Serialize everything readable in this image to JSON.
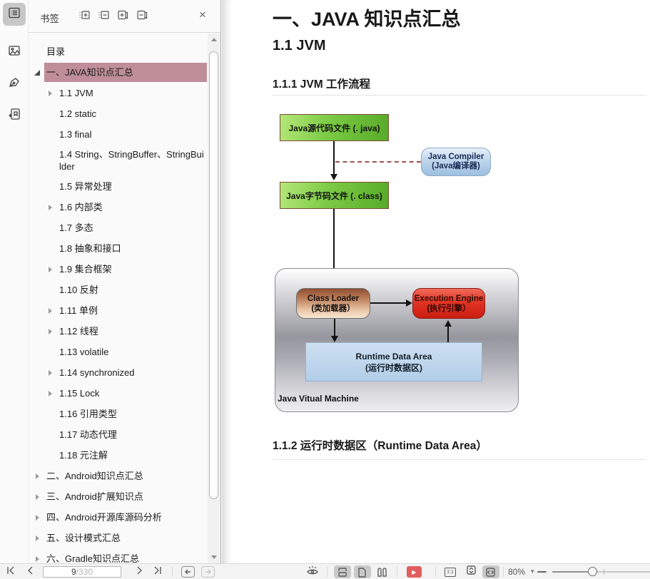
{
  "sidebar": {
    "title": "书签",
    "tree": [
      {
        "label": "目录",
        "level": 0,
        "arrow": "none",
        "selected": false
      },
      {
        "label": "一、JAVA知识点汇总",
        "level": 0,
        "arrow": "expanded",
        "selected": true
      },
      {
        "label": "1.1 JVM",
        "level": 1,
        "arrow": "collapsed",
        "selected": false
      },
      {
        "label": "1.2 static",
        "level": 1,
        "arrow": "none",
        "selected": false
      },
      {
        "label": "1.3 final",
        "level": 1,
        "arrow": "none",
        "selected": false
      },
      {
        "label": "1.4 String、StringBuffer、StringBuilder",
        "level": 1,
        "arrow": "none",
        "selected": false
      },
      {
        "label": "1.5 异常处理",
        "level": 1,
        "arrow": "none",
        "selected": false
      },
      {
        "label": "1.6 内部类",
        "level": 1,
        "arrow": "collapsed",
        "selected": false
      },
      {
        "label": "1.7 多态",
        "level": 1,
        "arrow": "none",
        "selected": false
      },
      {
        "label": "1.8 抽象和接口",
        "level": 1,
        "arrow": "none",
        "selected": false
      },
      {
        "label": "1.9 集合框架",
        "level": 1,
        "arrow": "collapsed",
        "selected": false
      },
      {
        "label": "1.10 反射",
        "level": 1,
        "arrow": "none",
        "selected": false
      },
      {
        "label": "1.11 单例",
        "level": 1,
        "arrow": "collapsed",
        "selected": false
      },
      {
        "label": "1.12 线程",
        "level": 1,
        "arrow": "collapsed",
        "selected": false
      },
      {
        "label": "1.13 volatile",
        "level": 1,
        "arrow": "none",
        "selected": false
      },
      {
        "label": "1.14 synchronized",
        "level": 1,
        "arrow": "collapsed",
        "selected": false
      },
      {
        "label": "1.15 Lock",
        "level": 1,
        "arrow": "collapsed",
        "selected": false
      },
      {
        "label": "1.16 引用类型",
        "level": 1,
        "arrow": "none",
        "selected": false
      },
      {
        "label": "1.17 动态代理",
        "level": 1,
        "arrow": "none",
        "selected": false
      },
      {
        "label": "1.18 元注解",
        "level": 1,
        "arrow": "none",
        "selected": false
      },
      {
        "label": "二、Android知识点汇总",
        "level": 0,
        "arrow": "collapsed",
        "selected": false
      },
      {
        "label": "三、Android扩展知识点",
        "level": 0,
        "arrow": "collapsed",
        "selected": false
      },
      {
        "label": "四、Android开源库源码分析",
        "level": 0,
        "arrow": "collapsed",
        "selected": false
      },
      {
        "label": "五、设计模式汇总",
        "level": 0,
        "arrow": "collapsed",
        "selected": false
      },
      {
        "label": "六、Gradle知识点汇总",
        "level": 0,
        "arrow": "collapsed",
        "selected": false
      }
    ],
    "icons": [
      "expand-all",
      "collapse-all",
      "add-bookmark",
      "delete-bookmark",
      "close"
    ],
    "close_glyph": "×"
  },
  "content": {
    "h1": "一、JAVA 知识点汇总",
    "h2": "1.1 JVM",
    "h3_1": "1.1.1 JVM  工作流程",
    "h3_2": "1.1.2  运行时数据区（Runtime Data Area）",
    "diagram": {
      "source_file": "Java源代码文件 (. java)",
      "compiler_line1": "Java Compiler",
      "compiler_line2": "(Java编译器)",
      "bytecode_file": "Java字节码文件 (. class)",
      "loader_line1": "Class Loader",
      "loader_line2": "(类加载器）",
      "engine_line1": "Execution Engine",
      "engine_line2": "(执行引擎）",
      "runtime_line1": "Runtime  Data  Area",
      "runtime_line2": "(运行时数据区)",
      "vm_label": "Java Vitual Machine"
    }
  },
  "statusbar": {
    "page_current": "9",
    "page_total": "/330",
    "zoom_level": "80%",
    "zoom_caret": "▾",
    "play_glyph": "▶",
    "actual_size_glyph": "1:1"
  },
  "colors": {
    "selection_highlight": "#bf8e98",
    "rail_active_bg": "#c7c7c7",
    "diagram_green": "#7bca44",
    "diagram_green_border": "#7c4a36",
    "diagram_blue": "#c2d8ee",
    "diagram_red": "#e03525",
    "diagram_brown": "#ba7b57",
    "diagram_rda_blue": "#b2cee8",
    "play_button_red": "#e25d5d",
    "statusbar_bg": "#f3f3f4"
  }
}
